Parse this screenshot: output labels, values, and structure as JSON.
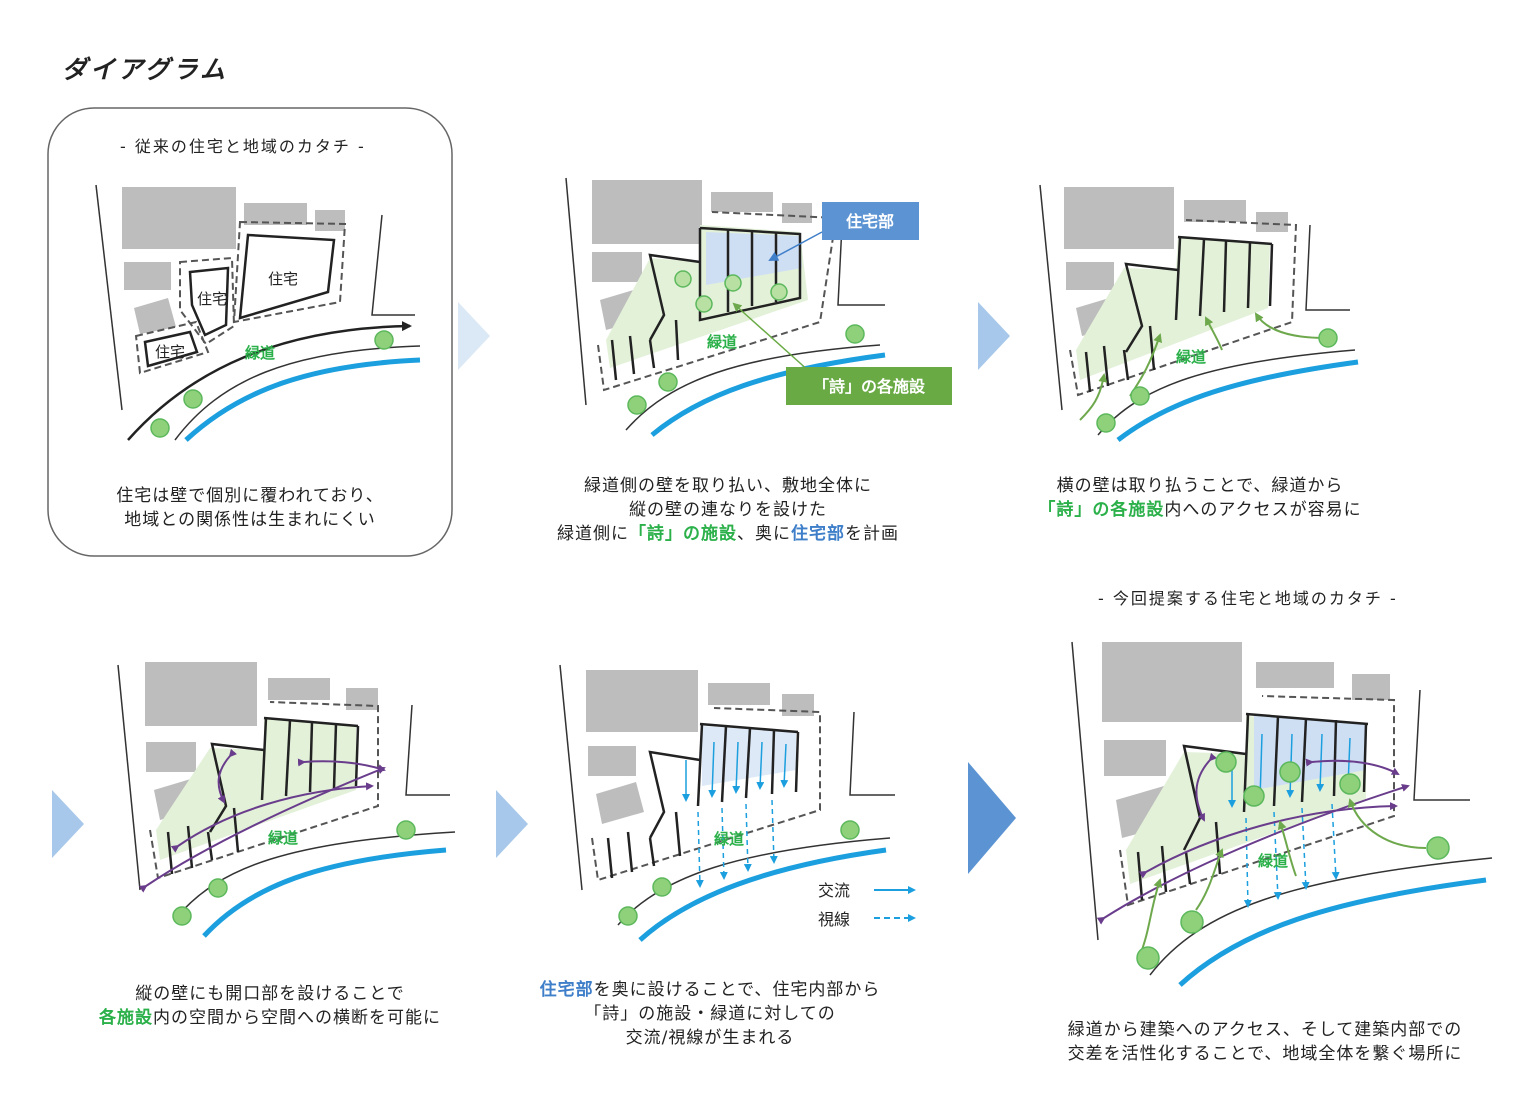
{
  "page": {
    "title": "ダイアグラム",
    "conventional_heading": "- 従来の住宅と地域のカタチ -",
    "proposal_heading": "- 今回提案する住宅と地域のカタチ -"
  },
  "labels": {
    "house": "住宅",
    "greenway": "緑道",
    "housing_part": "住宅部",
    "poem_facilities": "「詩」の各施設",
    "legend_exchange": "交流",
    "legend_sightline": "視線"
  },
  "colors": {
    "building_gray": "#bdbdbd",
    "green_text": "#2bb04a",
    "green_box": "#6aaa45",
    "blue_box": "#5b93d3",
    "river_blue": "#1c9fde",
    "purple_arrow": "#6a3d8c",
    "green_arrow": "#6ea84c",
    "tree_green": "#8fd17a",
    "chevron_light": "#c8ddf0",
    "chevron_mid": "#a7c8ea",
    "chevron_dark": "#5b93d3"
  },
  "captions": {
    "d1": [
      "住宅は壁で個別に覆われており、",
      "地域との関係性は生まれにくい"
    ],
    "d2": {
      "line1": "緑道側の壁を取り払い、敷地全体に",
      "line2": "縦の壁の連なりを設けた",
      "line3_a": "緑道側に",
      "line3_b": "「詩」の施設",
      "line3_c": "、奥に",
      "line3_d": "住宅部",
      "line3_e": "を計画"
    },
    "d3": {
      "line1": "横の壁は取り払うことで、緑道から",
      "line2_a": "「詩」の各施設",
      "line2_b": "内へのアクセスが容易に"
    },
    "d4": {
      "line1": "縦の壁にも開口部を設けることで",
      "line2_a": "各施設",
      "line2_b": "内の空間から空間への横断を可能に"
    },
    "d5": {
      "line1_a": "住宅部",
      "line1_b": "を奥に設けることで、住宅内部から",
      "line2": "「詩」の施設・緑道に対しての",
      "line3": "交流/視線が生まれる"
    },
    "d6": [
      "緑道から建築へのアクセス、そして建築内部での",
      "交差を活性化することで、地域全体を繋ぐ場所に"
    ]
  }
}
